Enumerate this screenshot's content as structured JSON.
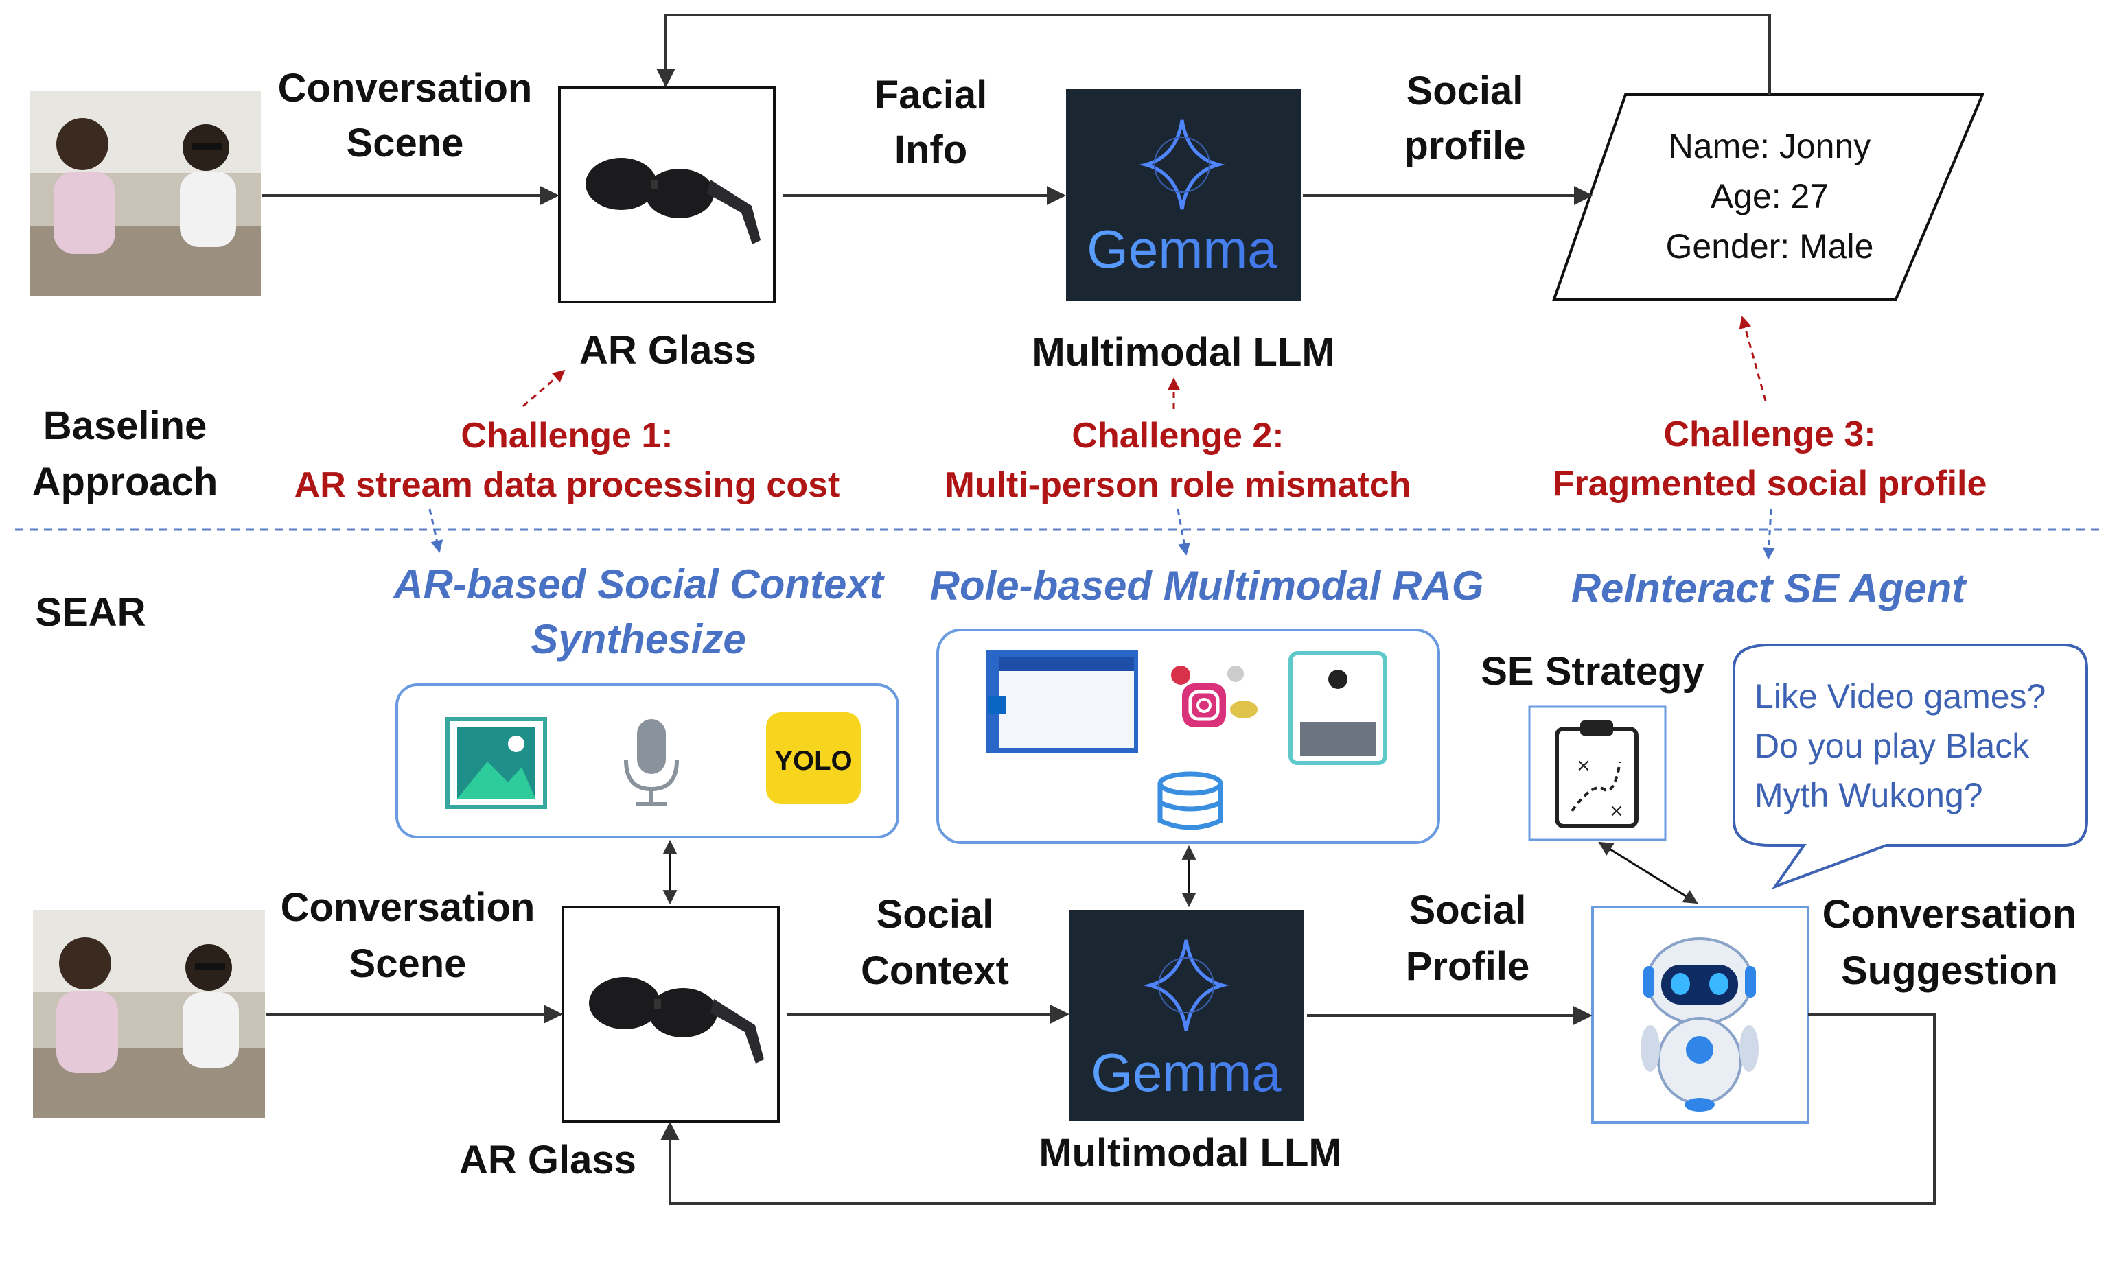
{
  "baseline": {
    "section_label_1": "Baseline",
    "section_label_2": "Approach",
    "scene_1": "Conversation",
    "scene_2": "Scene",
    "facial_1": "Facial",
    "facial_2": "Info",
    "social_1": "Social",
    "social_2": "profile",
    "ar_glass": "AR Glass",
    "llm": "Multimodal LLM",
    "gemma_logo": "Gemma",
    "profile_name": "Name: Jonny",
    "profile_age": "Age: 27",
    "profile_gender": "Gender: Male"
  },
  "challenges": [
    {
      "title": "Challenge 1:",
      "desc": "AR stream data processing cost"
    },
    {
      "title": "Challenge 2:",
      "desc": "Multi-person role mismatch"
    },
    {
      "title": "Challenge 3:",
      "desc": "Fragmented social profile"
    }
  ],
  "sear": {
    "section_label": "SEAR",
    "module_1a": "AR-based Social Context",
    "module_1b": "Synthesize",
    "module_2": "Role-based Multimodal RAG",
    "module_3": "ReInteract SE Agent",
    "yolo": "YOLO",
    "se_strategy": "SE Strategy",
    "bubble_1": "Like Video games?",
    "bubble_2": "Do you play Black",
    "bubble_3": "Myth Wukong?",
    "scene_1": "Conversation",
    "scene_2": "Scene",
    "context_1": "Social",
    "context_2": "Context",
    "profile_1": "Social",
    "profile_2": "Profile",
    "suggest_1": "Conversation",
    "suggest_2": "Suggestion",
    "ar_glass": "AR Glass",
    "llm": "Multimodal LLM",
    "gemma_logo": "Gemma"
  },
  "colors": {
    "challenge_red": "#b01515",
    "module_blue": "#4a72c4",
    "box_border_blue": "#6a9be0",
    "gemma_bg": "#1b2633"
  }
}
